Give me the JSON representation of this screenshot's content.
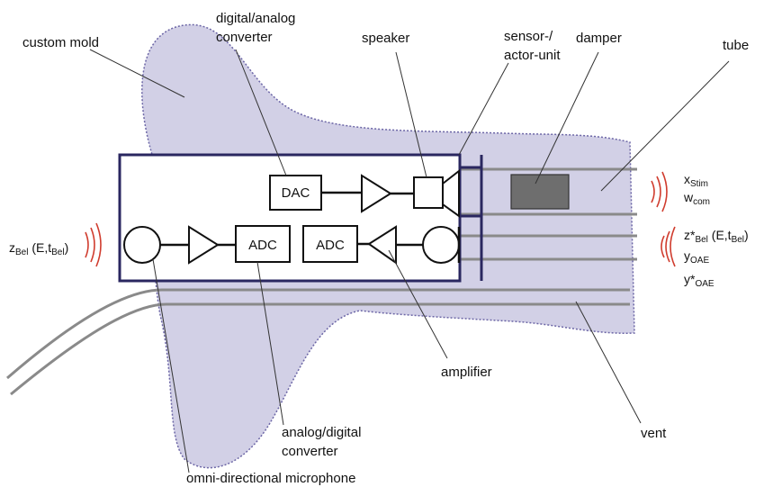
{
  "labels": {
    "custom_mold": "custom mold",
    "dac_converter_line1": "digital/analog",
    "dac_converter_line2": "converter",
    "speaker": "speaker",
    "sensor_unit_line1": "sensor-/",
    "sensor_unit_line2": "actor-unit",
    "damper": "damper",
    "tube": "tube",
    "amplifier": "amplifier",
    "adc_converter_line1": "analog/digital",
    "adc_converter_line2": "converter",
    "vent": "vent",
    "microphone": "omni-directional microphone"
  },
  "components": {
    "dac": "DAC",
    "adc_left": "ADC",
    "adc_right": "ADC"
  },
  "signals": {
    "x_stim": {
      "base": "x",
      "sub": "Stim"
    },
    "w_com": {
      "base": "w",
      "sub": "com"
    },
    "z_star_bel": {
      "base": "z*",
      "sub": "Bel",
      "args_open": " (E,t",
      "args_sub": "Bel",
      "args_close": ")"
    },
    "y_oae": {
      "base": "y",
      "sub": "OAE"
    },
    "y_star_oae": {
      "base": "y*",
      "sub": "OAE"
    },
    "z_bel": {
      "base": "z",
      "sub": "Bel",
      "args_open": " (E,t",
      "args_sub": "Bel",
      "args_close": ")"
    }
  },
  "colors": {
    "mold_fill": "#d2d0e6",
    "mold_outline": "#6c66a6",
    "unit_border": "#2a2760",
    "sound_wave": "#d03c2e",
    "tube_gray": "#8a8a8a",
    "damper_fill": "#6e6e6e"
  }
}
